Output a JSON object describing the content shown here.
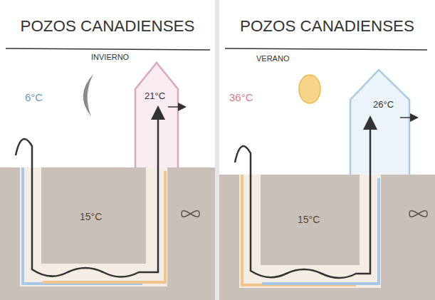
{
  "diagram": {
    "labels": [
      "POZOS CANADIENSES",
      "INVIERNO",
      "6°C",
      "21°C",
      "15°C",
      "POZOS CANADIENSES",
      "VERANO",
      "36°C",
      "26°C",
      "15°C"
    ]
  }
}
